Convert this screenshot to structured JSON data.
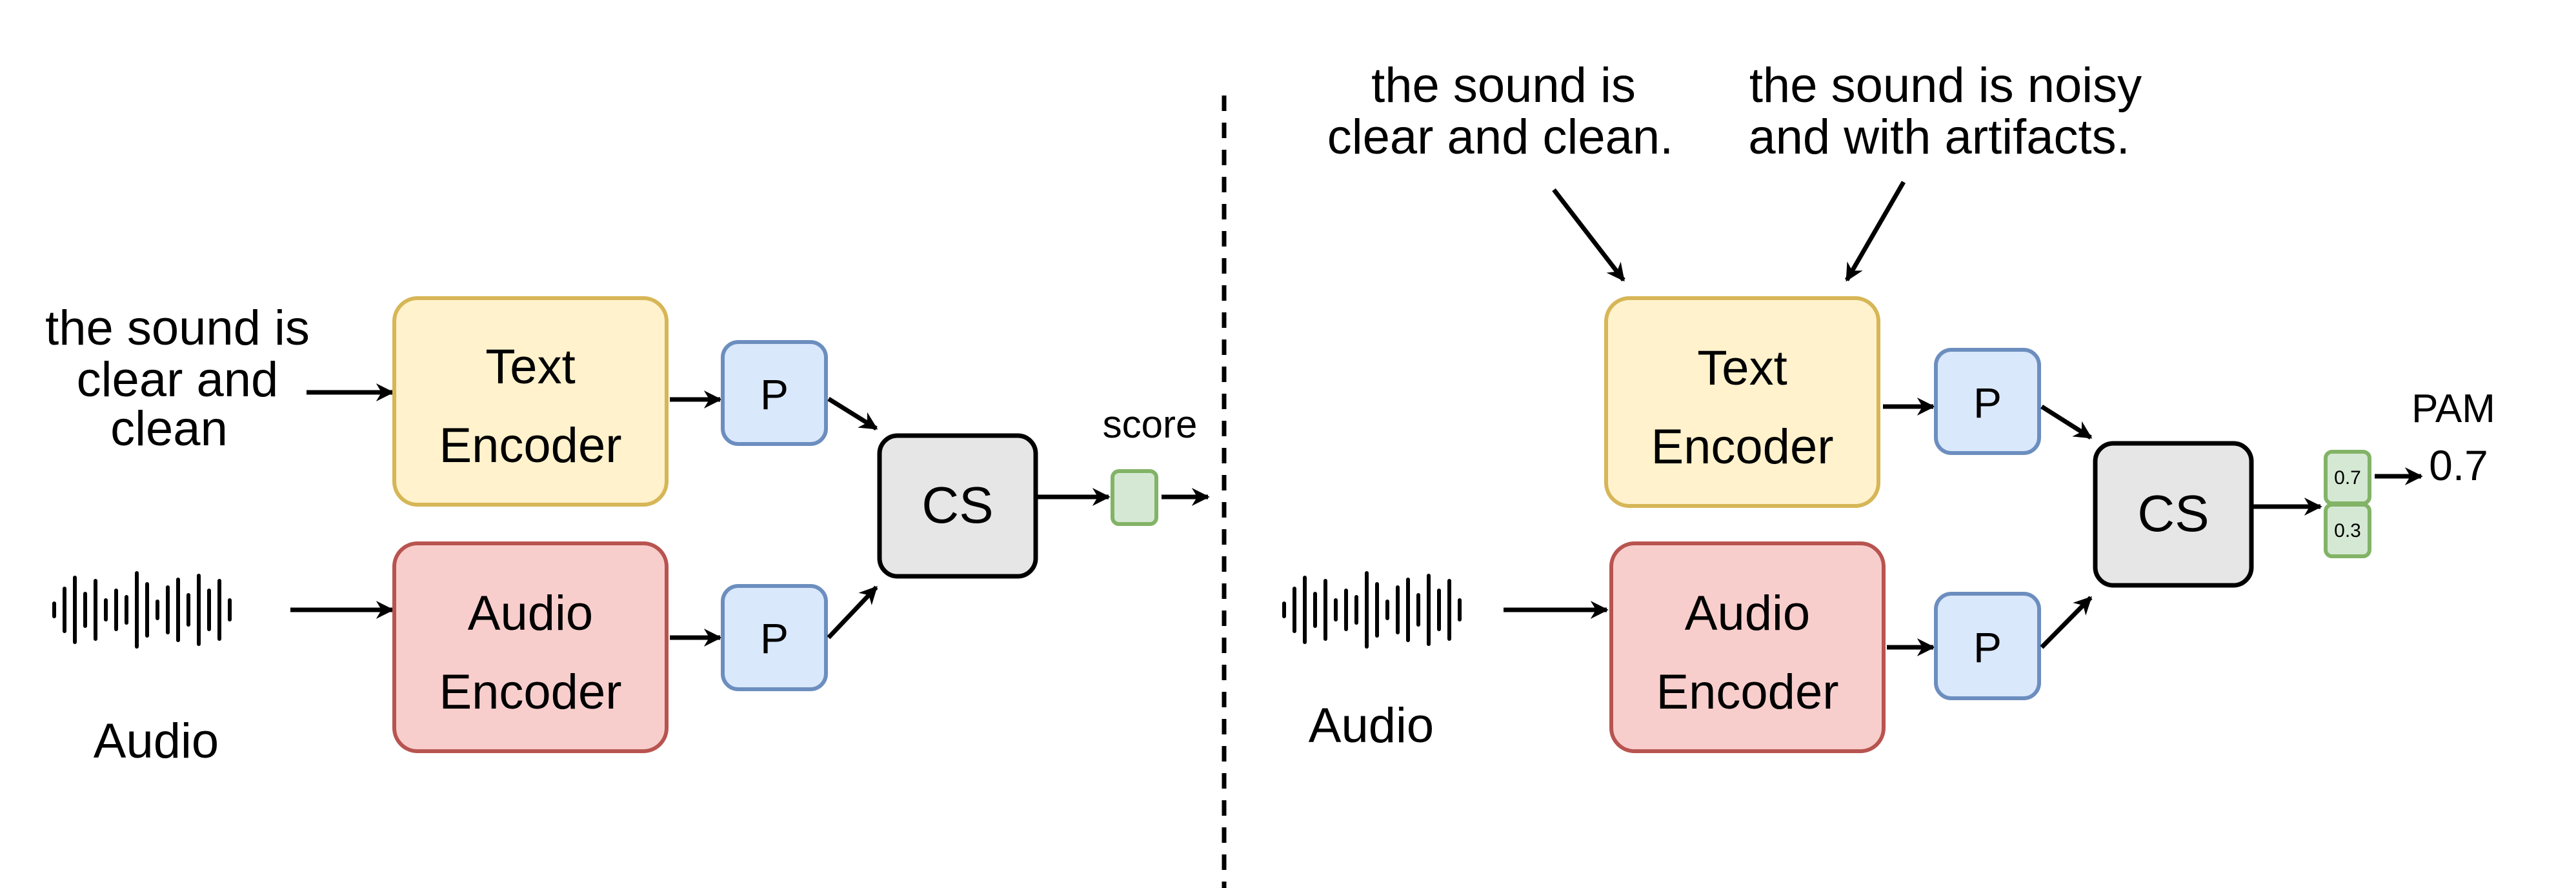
{
  "colors": {
    "text_encoder_fill": "#fff2cc",
    "text_encoder_stroke": "#d6b656",
    "audio_encoder_fill": "#f8cecc",
    "audio_encoder_stroke": "#b85450",
    "projection_fill": "#dae8fc",
    "projection_stroke": "#6c8ebf",
    "cs_fill": "#e6e6e6",
    "cs_stroke": "#000000",
    "output_fill": "#d5e8d4",
    "output_stroke": "#82b366"
  },
  "left_panel": {
    "prompt_lines": [
      "the sound is",
      "clear and",
      "clean"
    ],
    "text_encoder_lines": [
      "Text",
      "Encoder"
    ],
    "audio_encoder_lines": [
      "Audio",
      "Encoder"
    ],
    "projection_top": "P",
    "projection_bottom": "P",
    "cs_label": "CS",
    "audio_label": "Audio",
    "output_label": "score"
  },
  "right_panel": {
    "prompt_clean_lines": [
      "the sound is",
      "clear and clean."
    ],
    "prompt_noisy_lines": [
      "the sound is noisy",
      "and with artifacts."
    ],
    "text_encoder_lines": [
      "Text",
      "Encoder"
    ],
    "audio_encoder_lines": [
      "Audio",
      "Encoder"
    ],
    "projection_top": "P",
    "projection_bottom": "P",
    "cs_label": "CS",
    "audio_label": "Audio",
    "prob_clean": "0.7",
    "prob_noisy": "0.3",
    "output_label": "PAM",
    "output_value": "0.7"
  }
}
